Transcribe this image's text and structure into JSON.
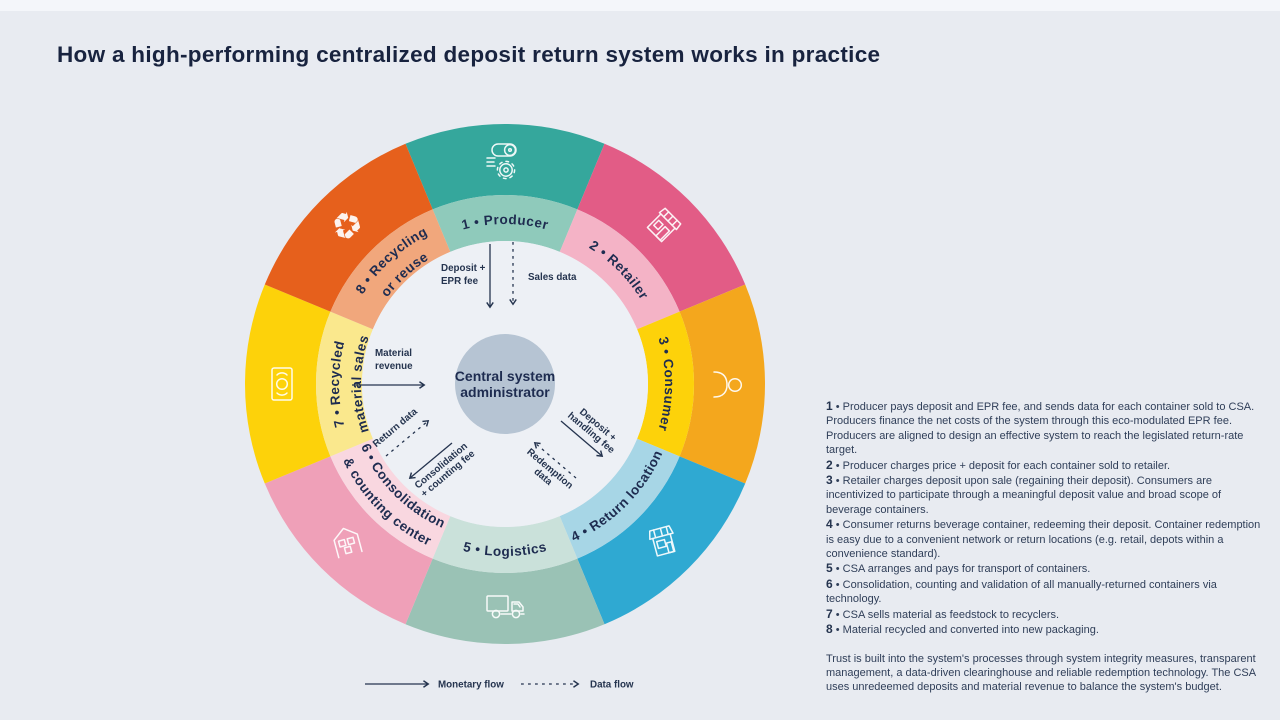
{
  "title": "How a high-performing centralized deposit return system works in practice",
  "colors": {
    "background": "#e8ebf1",
    "inner_disc": "#edf0f5",
    "center_circle": "#b6c4d3",
    "navy_text": "#1e2c50"
  },
  "diagram": {
    "center": {
      "line1": "Central system",
      "line2": "administrator"
    },
    "segments": [
      {
        "number": "1",
        "name": "Producer",
        "line1": "1 • Producer",
        "line2": "",
        "outer_color": "#35a79c",
        "inner_color": "#8fcabb",
        "icon": "factory-conveyor-icon"
      },
      {
        "number": "2",
        "name": "Retailer",
        "line1": "2 • Retailer",
        "line2": "",
        "outer_color": "#e25c86",
        "inner_color": "#f4b3c6",
        "icon": "storefront-icon"
      },
      {
        "number": "3",
        "name": "Consumer",
        "line1": "3 • Consumer",
        "line2": "",
        "outer_color": "#f4a71d",
        "inner_color": "#fdd20a",
        "icon": "person-icon"
      },
      {
        "number": "4",
        "name": "Return location",
        "line1": "4 • Return location",
        "line2": "",
        "outer_color": "#2fa9d2",
        "inner_color": "#a7d6e6",
        "icon": "return-kiosk-icon"
      },
      {
        "number": "5",
        "name": "Logistics",
        "line1": "5 • Logistics",
        "line2": "",
        "outer_color": "#9ac2b5",
        "inner_color": "#cae1da",
        "icon": "truck-icon"
      },
      {
        "number": "6",
        "name": "Consolidation & counting center",
        "line1": "6 • Consolidation",
        "line2": "& counting center",
        "outer_color": "#efa0b8",
        "inner_color": "#f9d7e0",
        "icon": "warehouse-icon"
      },
      {
        "number": "7",
        "name": "Recycled material sales",
        "line1": "7 • Recycled",
        "line2": "material sales",
        "outer_color": "#fdd20a",
        "inner_color": "#fae88d",
        "icon": "banknote-icon"
      },
      {
        "number": "8",
        "name": "Recycling or reuse",
        "line1": "8 • Recycling",
        "line2": "or reuse",
        "outer_color": "#e6601c",
        "inner_color": "#f1a77c",
        "icon": "recycling-icon"
      }
    ],
    "flows": {
      "deposit_epr": {
        "line1": "Deposit +",
        "line2": "EPR fee",
        "type": "monetary"
      },
      "sales_data": {
        "label": "Sales data",
        "type": "data"
      },
      "material_revenue": {
        "line1": "Material",
        "line2": "revenue",
        "type": "monetary"
      },
      "return_data": {
        "label": "Return data",
        "type": "data"
      },
      "consolidation_fee": {
        "line1": "Consolidation",
        "line2": "+ counting fee",
        "type": "monetary"
      },
      "redemption_data": {
        "line1": "Redemption",
        "line2": "data",
        "type": "data"
      },
      "deposit_handling": {
        "line1": "Deposit +",
        "line2": "handling fee",
        "type": "monetary"
      }
    },
    "legend": {
      "monetary_label": "Monetary flow",
      "data_label": "Data flow"
    }
  },
  "right_panel": {
    "bullet": "•",
    "items": [
      {
        "num": "1",
        "text": "Producer pays deposit and EPR fee, and sends data for each container sold to CSA. Producers finance the net costs of the system through this eco-modulated EPR fee. Producers are aligned to design an effective system to reach the legislated return-rate target."
      },
      {
        "num": "2",
        "text": "Producer charges price + deposit for each container sold to retailer."
      },
      {
        "num": "3",
        "text": "Retailer charges deposit upon sale (regaining their deposit). Consumers are incentivized to participate through a meaningful deposit value and broad scope of beverage containers."
      },
      {
        "num": "4",
        "text": "Consumer returns beverage container, redeeming their deposit. Container redemption is easy due to a convenient network or return locations (e.g. retail, depots within a convenience standard)."
      },
      {
        "num": "5",
        "text": "CSA arranges and pays for transport of containers."
      },
      {
        "num": "6",
        "text": "Consolidation, counting and validation of all manually-returned containers via technology."
      },
      {
        "num": "7",
        "text": "CSA sells material as feedstock to recyclers."
      },
      {
        "num": "8",
        "text": "Material recycled and converted into new packaging."
      }
    ],
    "footer": "Trust is built into the system's processes through system integrity measures, transparent management, a data-driven clearinghouse and reliable redemption technology. The CSA uses unredeemed deposits and material revenue to balance the system's budget."
  }
}
